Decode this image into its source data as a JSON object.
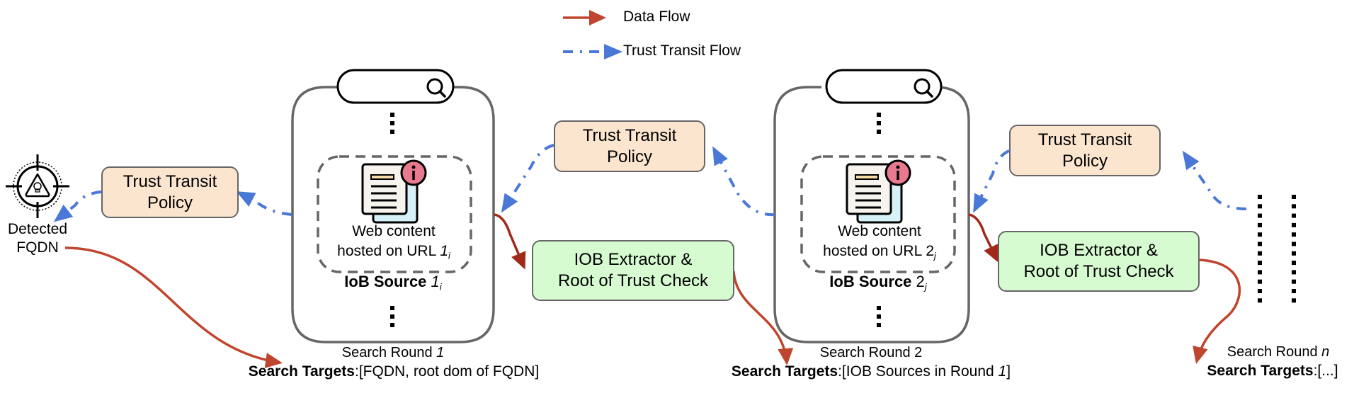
{
  "legend": {
    "data_flow": "Data Flow",
    "trust_transit_flow": "Trust Transit Flow"
  },
  "colors": {
    "data_flow": "#c0452e",
    "data_flow_dark": "#a0291a",
    "trust_flow": "#4a78d6",
    "policy_fill": "#fbe5cf",
    "iob_fill": "#d7fbd1",
    "box_border": "#666666"
  },
  "detected": {
    "icon": "target-hazard-icon",
    "line1": "Detected",
    "line2": "FQDN"
  },
  "policies": [
    {
      "line1": "Trust Transit",
      "line2": "Policy"
    },
    {
      "line1": "Trust Transit",
      "line2": "Policy"
    },
    {
      "line1": "Trust Transit",
      "line2": "Policy"
    }
  ],
  "extractors": [
    {
      "line1": "IOB Extractor &",
      "line2": "Root of Trust Check"
    },
    {
      "line1": "IOB Extractor &",
      "line2": "Root of Trust Check"
    }
  ],
  "rounds": [
    {
      "search_icon": "search-icon",
      "ellipsis_top": "⋮",
      "content_line1": "Web content",
      "content_line2": "hosted on URL ",
      "content_num": "1",
      "content_sub": "i",
      "source_label": "IoB Source ",
      "source_num": "1",
      "source_sub": "i",
      "ellipsis_bottom": "⋮",
      "round_label": "Search Round ",
      "round_num": "1",
      "targets_label": "Search Targets",
      "targets_value": ":[FQDN, root dom of FQDN]"
    },
    {
      "search_icon": "search-icon",
      "ellipsis_top": "⋮",
      "content_line1": "Web content",
      "content_line2": "hosted on URL ",
      "content_num": "2",
      "content_sub": "j",
      "source_label": "IoB Source ",
      "source_num": "2",
      "source_sub": "j",
      "ellipsis_bottom": "⋮",
      "round_label": "Search Round ",
      "round_num": "2",
      "targets_label": "Search Targets",
      "targets_value": ":[IOB Sources in Round ",
      "targets_value_it": "1",
      "targets_value_end": "]"
    },
    {
      "round_label": "Search Round ",
      "round_num": "n",
      "targets_label": "Search Targets",
      "targets_value": ":[...]"
    }
  ]
}
